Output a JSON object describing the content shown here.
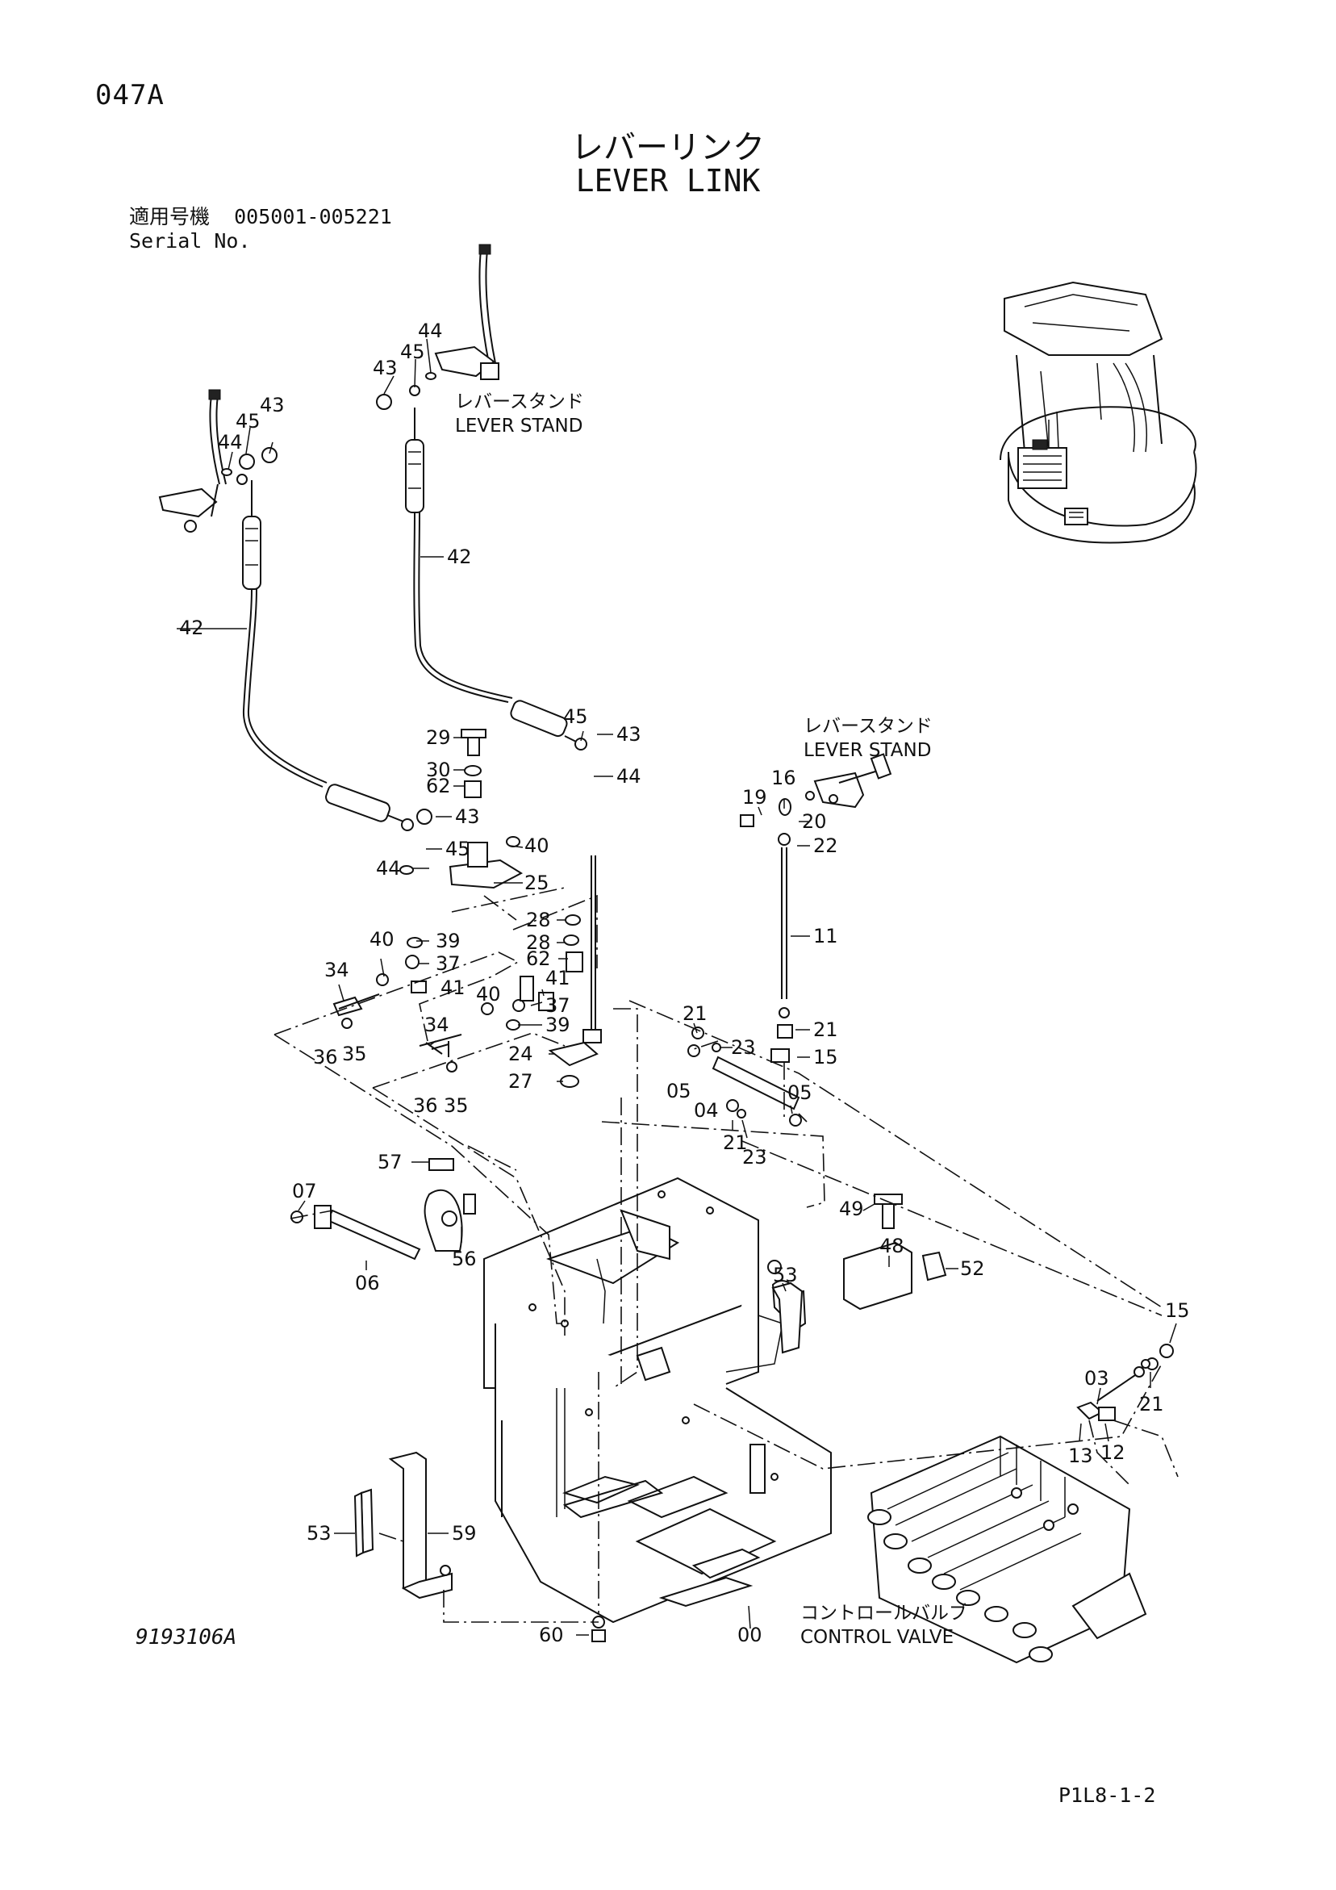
{
  "page_code": "047A",
  "title_jp": "レバーリンク",
  "title_en": "LEVER LINK",
  "serial": {
    "label_jp": "適用号機",
    "range": "005001-005221",
    "label_en": "Serial No."
  },
  "drawing_number": "9193106A",
  "page_ref": "P1L8-1-2",
  "captions": {
    "lever_stand_jp": "レバースタンド",
    "lever_stand_en": "LEVER STAND",
    "control_valve_jp": "コントロールバルブ",
    "control_valve_en": "CONTROL VALVE"
  },
  "callouts": [
    {
      "id": "c1",
      "text": "44"
    },
    {
      "id": "c2",
      "text": "45"
    },
    {
      "id": "c3",
      "text": "43"
    },
    {
      "id": "c4",
      "text": "43"
    },
    {
      "id": "c5",
      "text": "45"
    },
    {
      "id": "c6",
      "text": "44"
    },
    {
      "id": "c7",
      "text": "42"
    },
    {
      "id": "c8",
      "text": "42"
    },
    {
      "id": "c9",
      "text": "45"
    },
    {
      "id": "c10",
      "text": "43"
    },
    {
      "id": "c11",
      "text": "44"
    },
    {
      "id": "c12",
      "text": "29"
    },
    {
      "id": "c13",
      "text": "30"
    },
    {
      "id": "c14",
      "text": "62"
    },
    {
      "id": "c15",
      "text": "43"
    },
    {
      "id": "c16",
      "text": "45"
    },
    {
      "id": "c17",
      "text": "44"
    },
    {
      "id": "c18",
      "text": "40"
    },
    {
      "id": "c19",
      "text": "25"
    },
    {
      "id": "c20",
      "text": "28"
    },
    {
      "id": "c21",
      "text": "39"
    },
    {
      "id": "c22",
      "text": "28"
    },
    {
      "id": "c23",
      "text": "40"
    },
    {
      "id": "c24",
      "text": "37"
    },
    {
      "id": "c25",
      "text": "62"
    },
    {
      "id": "c26",
      "text": "41"
    },
    {
      "id": "c27",
      "text": "34"
    },
    {
      "id": "c28",
      "text": "41"
    },
    {
      "id": "c29",
      "text": "40"
    },
    {
      "id": "c30",
      "text": "37"
    },
    {
      "id": "c31",
      "text": "39"
    },
    {
      "id": "c32",
      "text": "36"
    },
    {
      "id": "c33",
      "text": "35"
    },
    {
      "id": "c34",
      "text": "34"
    },
    {
      "id": "c35",
      "text": "24"
    },
    {
      "id": "c36",
      "text": "27"
    },
    {
      "id": "c37",
      "text": "36"
    },
    {
      "id": "c38",
      "text": "35"
    },
    {
      "id": "c39",
      "text": "16"
    },
    {
      "id": "c40",
      "text": "19"
    },
    {
      "id": "c41",
      "text": "20"
    },
    {
      "id": "c42",
      "text": "22"
    },
    {
      "id": "c43",
      "text": "11"
    },
    {
      "id": "c44",
      "text": "21"
    },
    {
      "id": "c45",
      "text": "21"
    },
    {
      "id": "c46",
      "text": "23"
    },
    {
      "id": "c47",
      "text": "15"
    },
    {
      "id": "c48",
      "text": "05"
    },
    {
      "id": "c49",
      "text": "04"
    },
    {
      "id": "c50",
      "text": "05"
    },
    {
      "id": "c51",
      "text": "21"
    },
    {
      "id": "c52",
      "text": "23"
    },
    {
      "id": "c53",
      "text": "07"
    },
    {
      "id": "c54",
      "text": "57"
    },
    {
      "id": "c55",
      "text": "56"
    },
    {
      "id": "c56",
      "text": "06"
    },
    {
      "id": "c57",
      "text": "49"
    },
    {
      "id": "c58",
      "text": "48"
    },
    {
      "id": "c59",
      "text": "52"
    },
    {
      "id": "c60",
      "text": "53"
    },
    {
      "id": "c61",
      "text": "15"
    },
    {
      "id": "c62",
      "text": "03"
    },
    {
      "id": "c63",
      "text": "21"
    },
    {
      "id": "c64",
      "text": "13"
    },
    {
      "id": "c65",
      "text": "12"
    },
    {
      "id": "c66",
      "text": "53"
    },
    {
      "id": "c67",
      "text": "59"
    },
    {
      "id": "c68",
      "text": "60"
    },
    {
      "id": "c69",
      "text": "00"
    }
  ]
}
